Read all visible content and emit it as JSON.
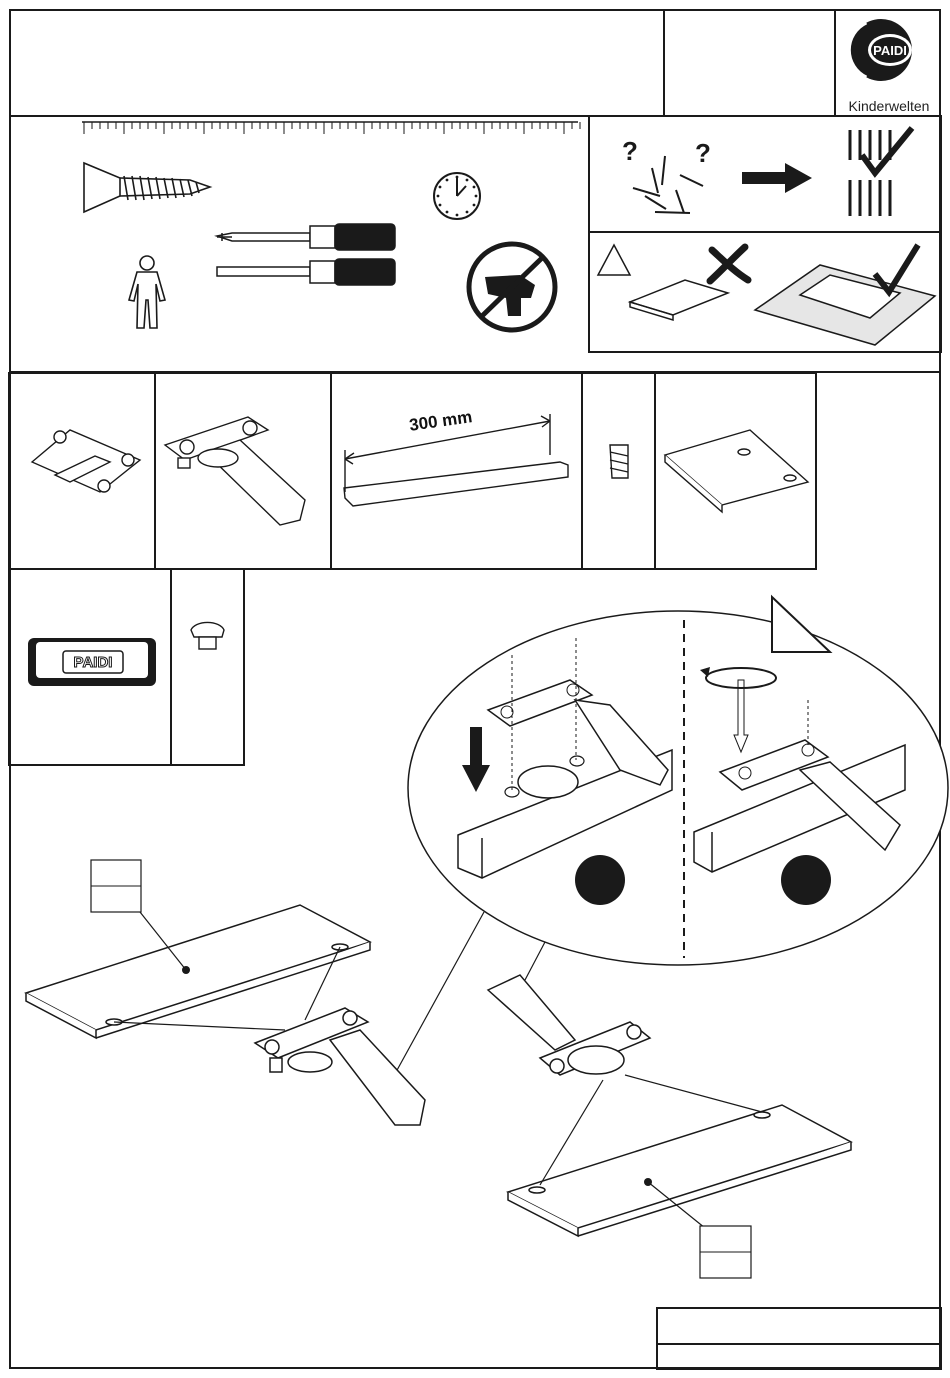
{
  "header": {
    "brand": "PAIDI",
    "brand_tagline": "Kinderwelten"
  },
  "parts": {
    "rail_length": "300 mm",
    "badge_text": "PAIDI"
  },
  "icons": {
    "question": "?",
    "cross": "✗",
    "check": "✓"
  }
}
